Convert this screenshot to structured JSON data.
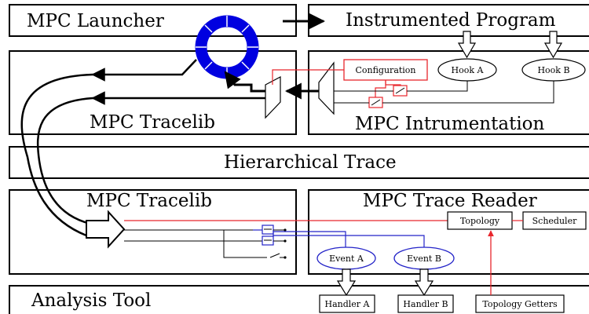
{
  "colors": {
    "red": "#e8262c",
    "blue": "#2323c8",
    "ring": "#0000e0"
  },
  "boxes": {
    "launcher": "MPC Launcher",
    "instrumented_program": "Instrumented Program",
    "tracelib_top": "MPC Tracelib",
    "instrumentation": "MPC Intrumentation",
    "hierarchical_trace": "Hierarchical Trace",
    "tracelib_bottom": "MPC Tracelib",
    "trace_reader": "MPC Trace Reader",
    "analysis_tool": "Analysis Tool"
  },
  "nodes": {
    "configuration": "Configuration",
    "hook_a": "Hook A",
    "hook_b": "Hook B",
    "topology": "Topology",
    "scheduler": "Scheduler",
    "event_a": "Event A",
    "event_b": "Event B",
    "handler_a": "Handler A",
    "handler_b": "Handler B",
    "topology_getters": "Topology Getters"
  },
  "icons": [
    "ring-icon",
    "funnel-icon",
    "switch-icon",
    "hollow-arrow-icon"
  ]
}
